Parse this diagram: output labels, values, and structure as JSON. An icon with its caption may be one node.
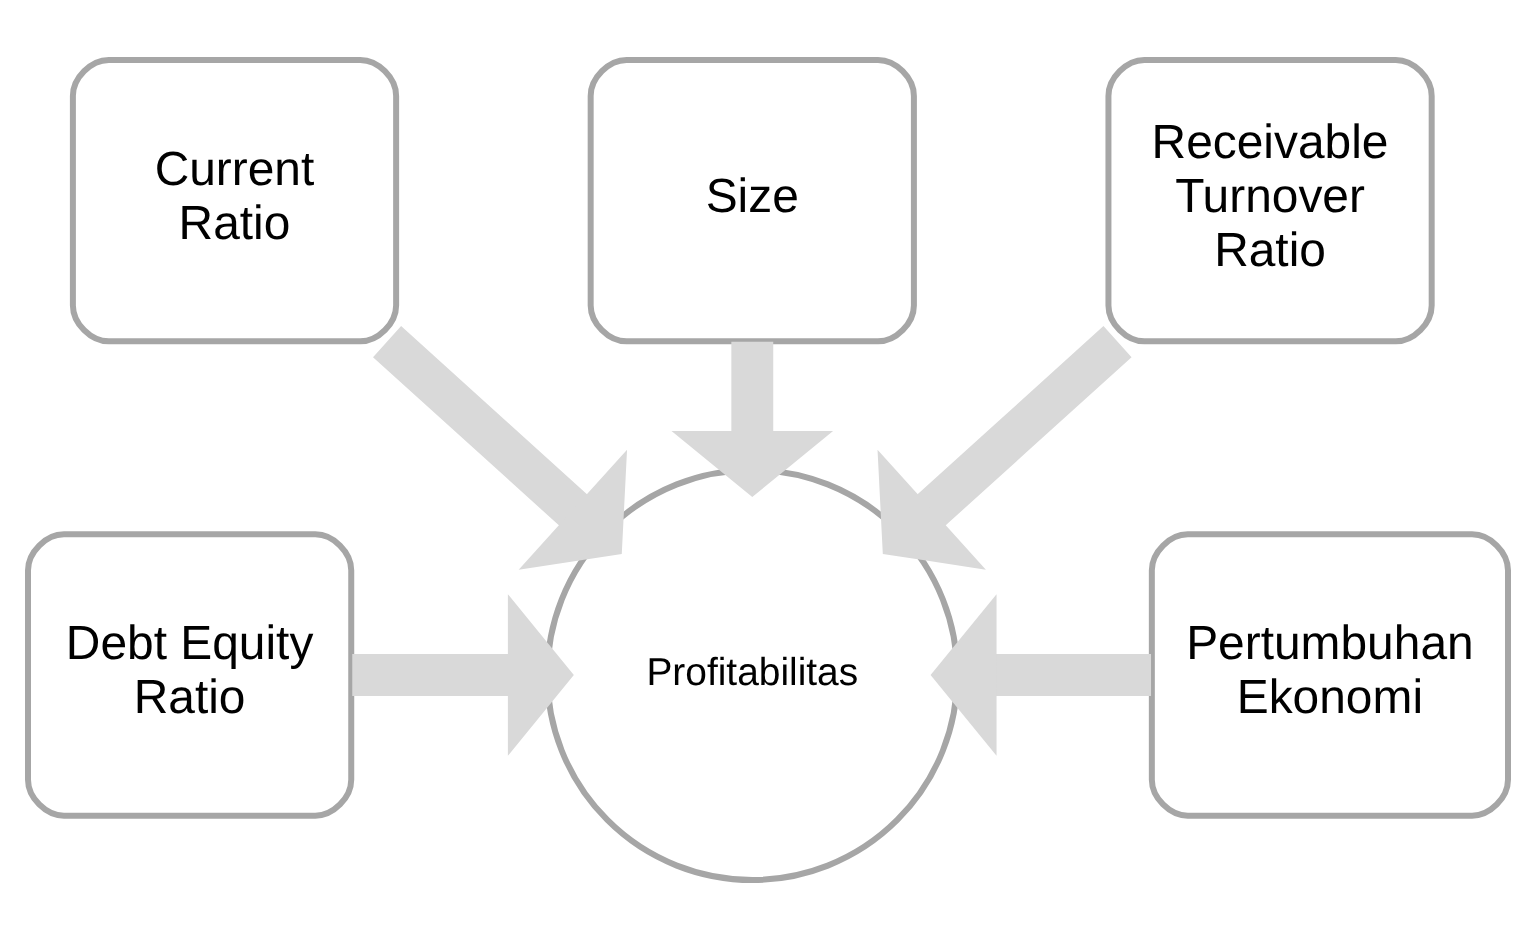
{
  "diagram": {
    "nodes": [
      {
        "text": [
          "Size"
        ]
      },
      {
        "text": [
          "Current Ratio"
        ]
      },
      {
        "text": [
          "Receivable Turnover Ratio"
        ]
      },
      {
        "text": [
          "Debt Equity Ratio"
        ]
      },
      {
        "text": [
          "Profitabilitas"
        ]
      },
      {
        "text": [
          "Pertumbuhan Ekonomi"
        ]
      }
    ],
    "edges": [
      {
        "from": 1,
        "to": 4,
        "arrow": "to"
      },
      {
        "from": 0,
        "to": 4,
        "arrow": "to"
      },
      {
        "from": 2,
        "to": 4,
        "arrow": "to"
      },
      {
        "from": 3,
        "to": 4,
        "arrow": "to"
      },
      {
        "from": 5,
        "to": 4,
        "arrow": "to"
      }
    ]
  }
}
